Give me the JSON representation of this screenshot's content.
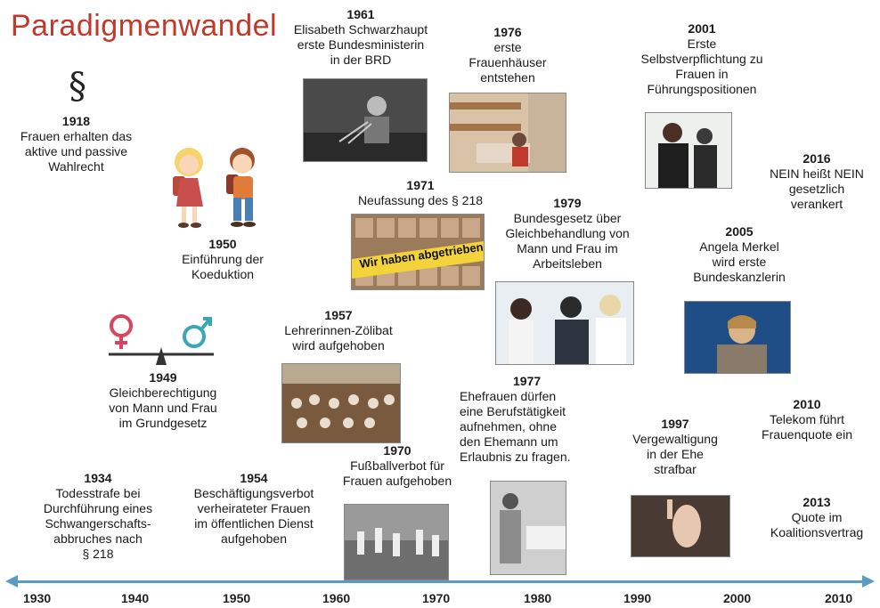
{
  "title": "Paradigmenwandel",
  "paragraph_symbol": "§",
  "events": {
    "e1918": {
      "year": "1918",
      "lines": [
        "Frauen erhalten das",
        "aktive und passive",
        "Wahlrecht"
      ]
    },
    "e1950": {
      "year": "1950",
      "lines": [
        "Einführung der",
        "Koeduktion"
      ]
    },
    "e1949": {
      "year": "1949",
      "lines": [
        "Gleichberechtigung",
        "von Mann und Frau",
        "im Grundgesetz"
      ]
    },
    "e1934": {
      "year": "1934",
      "lines": [
        "Todesstrafe bei",
        "Durchführung eines",
        "Schwangerschafts-",
        "abbruches nach",
        "§ 218"
      ]
    },
    "e1954": {
      "year": "1954",
      "lines": [
        "Beschäftigungsverbot",
        "verheirateter Frauen",
        "im öffentlichen Dienst",
        "aufgehoben"
      ]
    },
    "e1961": {
      "year": "1961",
      "lines": [
        "Elisabeth Schwarzhaupt",
        "erste Bundesministerin",
        "in der BRD"
      ]
    },
    "e1976": {
      "year": "1976",
      "lines": [
        "erste",
        "Frauenhäuser",
        "entstehen"
      ]
    },
    "e1971": {
      "year": "1971",
      "lines": [
        "Neufassung des § 218"
      ]
    },
    "e1957": {
      "year": "1957",
      "lines": [
        "Lehrerinnen-Zölibat",
        "wird aufgehoben"
      ]
    },
    "e1970": {
      "year": "1970",
      "lines": [
        "Fußballverbot für",
        "Frauen aufgehoben"
      ]
    },
    "e1979": {
      "year": "1979",
      "lines": [
        "Bundesgesetz über",
        "Gleichbehandlung von",
        "Mann und Frau im",
        "Arbeitsleben"
      ]
    },
    "e1977": {
      "year": "1977",
      "lines": [
        "Ehefrauen dürfen",
        "eine Berufstätigkeit",
        "aufnehmen, ohne",
        "den Ehemann um",
        "Erlaubnis zu fragen."
      ]
    },
    "e2001": {
      "year": "2001",
      "lines": [
        "Erste",
        "Selbstverpflichtung zu",
        "Frauen in",
        "Führungspositionen"
      ]
    },
    "e2016": {
      "year": "2016",
      "lines": [
        "NEIN heißt NEIN",
        "gesetzlich",
        "verankert"
      ]
    },
    "e2005": {
      "year": "2005",
      "lines": [
        "Angela Merkel",
        "wird erste",
        "Bundeskanzlerin"
      ]
    },
    "e1997": {
      "year": "1997",
      "lines": [
        "Vergewaltigung",
        "in der Ehe",
        "strafbar"
      ]
    },
    "e2010": {
      "year": "2010",
      "lines": [
        "Telekom führt",
        "Frauenquote ein"
      ]
    },
    "e2013": {
      "year": "2013",
      "lines": [
        "Quote im",
        "Koalitionsvertrag"
      ]
    }
  },
  "poster_text": "Wir haben abgetrieben!",
  "axis_ticks": [
    "1930",
    "1940",
    "1950",
    "1960",
    "1970",
    "1980",
    "1990",
    "2000",
    "2010"
  ],
  "colors": {
    "title": "#c0392b",
    "axis": "#5a9bc4",
    "female_symbol": "#d9455f",
    "male_symbol": "#3aa7b5"
  }
}
